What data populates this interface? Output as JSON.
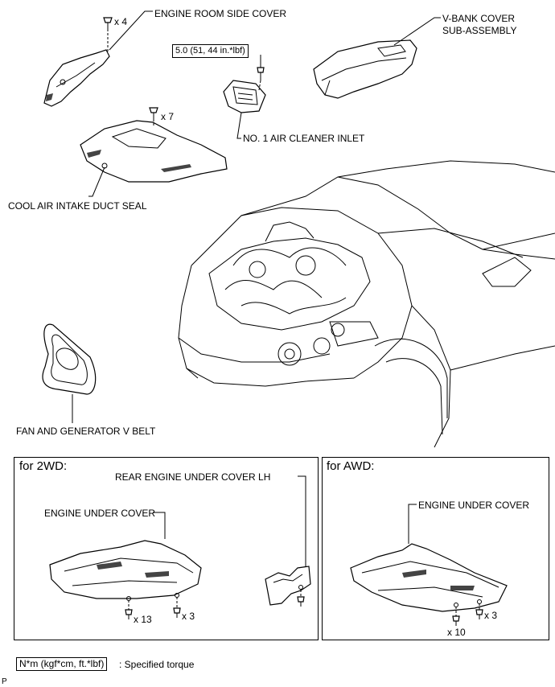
{
  "labels": {
    "engine_room_side_cover": "ENGINE ROOM SIDE COVER",
    "vbank_cover_line1": "V-BANK COVER",
    "vbank_cover_line2": "SUB-ASSEMBLY",
    "air_cleaner_inlet": "NO. 1 AIR CLEANER INLET",
    "cool_air_duct_seal": "COOL AIR INTAKE DUCT SEAL",
    "fan_generator_belt": "FAN AND GENERATOR V BELT",
    "rear_under_cover_lh": "REAR ENGINE UNDER COVER LH",
    "engine_under_cover_2wd": "ENGINE UNDER COVER",
    "engine_under_cover_awd": "ENGINE UNDER COVER"
  },
  "quantities": {
    "side_cover_clips": "x 4",
    "duct_seal_clips": "x 7",
    "u2wd_bolts_a": "x 13",
    "u2wd_bolts_b": "x 3",
    "uawd_bolts_a": "x 10",
    "uawd_bolts_b": "x 3"
  },
  "torque": {
    "air_cleaner": "5.0 (51, 44 in.*lbf)"
  },
  "boxes": {
    "twd_title": "for 2WD:",
    "awd_title": "for AWD:"
  },
  "legend": {
    "symbol": "N*m (kgf*cm, ft.*lbf)",
    "text": ": Specified torque"
  },
  "corner_mark": "P"
}
